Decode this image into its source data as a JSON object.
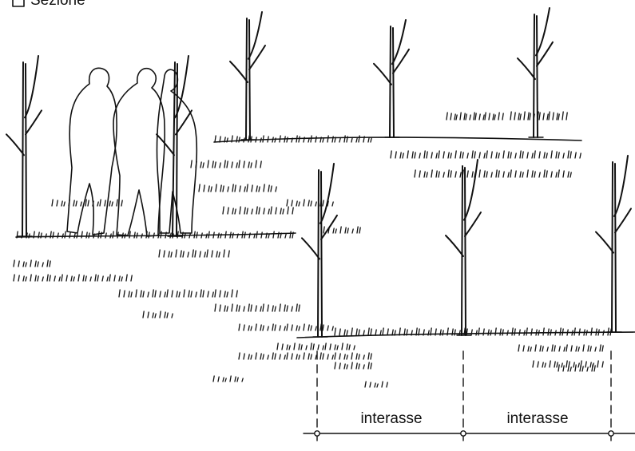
{
  "header": {
    "title": "Sezione"
  },
  "dimension": {
    "label_1": "interasse",
    "label_2": "interasse"
  },
  "colors": {
    "ink": "#111111",
    "background": "#ffffff"
  }
}
